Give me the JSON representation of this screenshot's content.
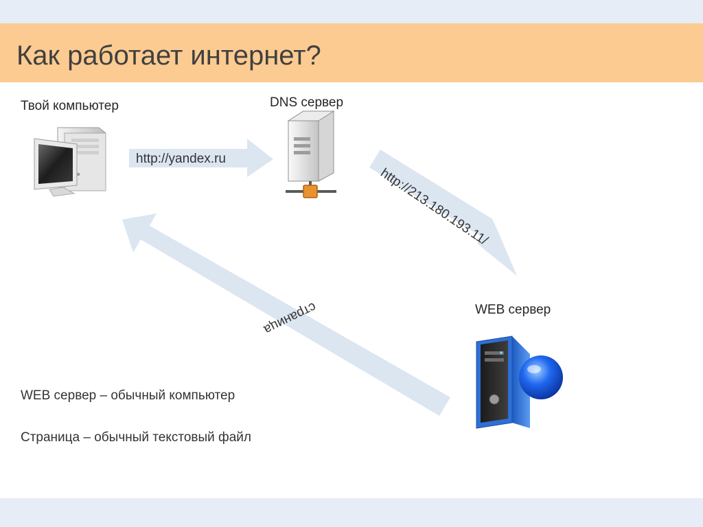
{
  "slide": {
    "title": "Как работает интернет?"
  },
  "nodes": {
    "your_computer": "Твой компьютер",
    "dns_server": "DNS сервер",
    "web_server": "WEB сервер"
  },
  "arrows": {
    "request": "http://yandex.ru",
    "ip_request": "http://213.180.193.11/",
    "response": "страница"
  },
  "notes": [
    "WEB сервер – обычный компьютер",
    "Страница – обычный текстовый файл"
  ],
  "colors": {
    "title_bar": "#fccb91",
    "band": "#e7edf6",
    "arrow": "#dce6f1",
    "connector": "#e8922f",
    "server_blue": "#2f6fd6"
  },
  "icons": [
    "desktop-computer-icon",
    "dns-server-icon",
    "web-server-icon",
    "globe-icon"
  ]
}
